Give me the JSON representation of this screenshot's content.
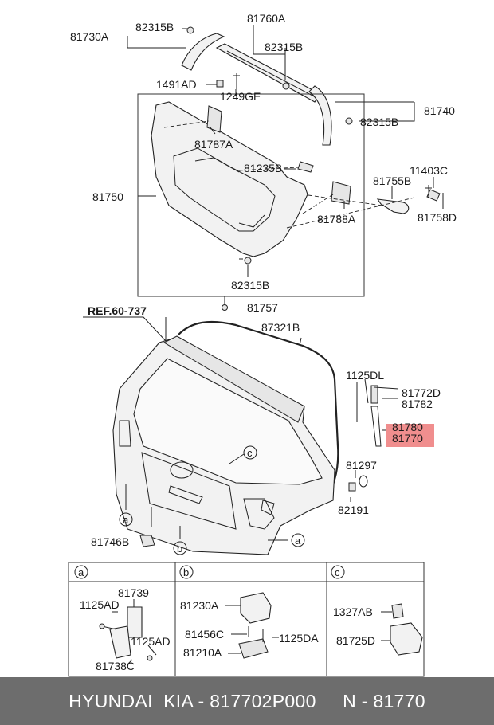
{
  "labels": {
    "p81730A": "81730A",
    "p82315B_a": "82315B",
    "p81760A": "81760A",
    "p82315B_b": "82315B",
    "p1491AD": "1491AD",
    "p1249GE": "1249GE",
    "p81740": "81740",
    "p82315B_c": "82315B",
    "p81787A": "81787A",
    "p81235B": "81235B",
    "p81750": "81750",
    "p81755B": "81755B",
    "p11403C": "11403C",
    "p81758D": "81758D",
    "p81788A": "81788A",
    "p82315B_d": "82315B",
    "p81757": "81757",
    "ref": "REF.60-737",
    "p87321B": "87321B",
    "p1125DL": "1125DL",
    "p81772D": "81772D",
    "p81782": "81782",
    "p81780": "81780",
    "p81770": "81770",
    "p81297": "81297",
    "p82191": "82191",
    "p81746B": "81746B",
    "callout_a1": "a",
    "callout_a2": "a",
    "callout_b": "b",
    "callout_c": "c"
  },
  "details": {
    "a": {
      "letter": "a",
      "p81739": "81739",
      "p1125AD_1": "1125AD",
      "p1125AD_2": "1125AD",
      "p81738C": "81738C"
    },
    "b": {
      "letter": "b",
      "p81230A": "81230A",
      "p81456C": "81456C",
      "p1125DA": "1125DA",
      "p81210A": "81210A"
    },
    "c": {
      "letter": "c",
      "p1327AB": "1327AB",
      "p81725D": "81725D"
    }
  },
  "colors": {
    "highlight": "#f08e8e",
    "footer_bg": "#6d6d6d"
  },
  "footer": {
    "text": "HYUNDAI  KIA - 817702P000     N - 81770"
  }
}
